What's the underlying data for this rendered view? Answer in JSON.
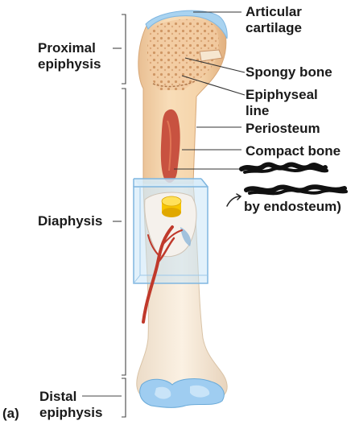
{
  "labels": {
    "articular_cartilage": [
      "Articular",
      "cartilage"
    ],
    "proximal_epiphysis": [
      "Proximal",
      "epiphysis"
    ],
    "spongy_bone": "Spongy bone",
    "epiphyseal_line": [
      "Epiphyseal",
      "line"
    ],
    "periosteum": "Periosteum",
    "compact_bone": "Compact bone",
    "medullary_cavity_partial": "by endosteum)",
    "diaphysis": "Diaphysis",
    "distal_epiphysis": [
      "Distal",
      "epiphysis"
    ],
    "panel": "(a)"
  },
  "colors": {
    "bone_fill": "#f6d9b2",
    "bone_shadow": "#e8b98a",
    "spongy_dots": "#c98c58",
    "cartilage": "#a9d3f0",
    "marrow": "#c0392b",
    "artery": "#c0392b",
    "window_fill": "#bfe0f7",
    "window_edge": "#7fb6e0",
    "leader": "#333333",
    "scribble": "#111111",
    "yellow_marrow": "#f7c500"
  }
}
